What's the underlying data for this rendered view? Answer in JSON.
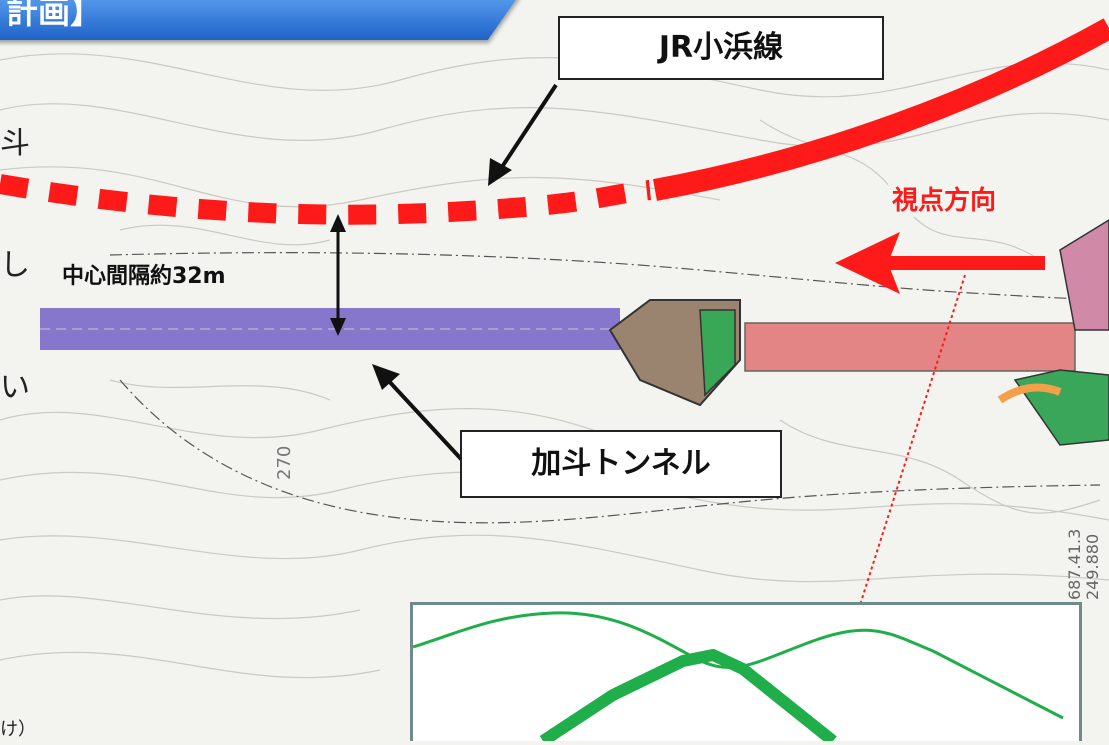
{
  "banner": {
    "title_fragment": "計画】"
  },
  "labels": {
    "jr_line": "JR小浜線",
    "tunnel": "加斗トンネル",
    "view_direction": "視点方向",
    "center_distance": "中心間隔約32m"
  },
  "edge_text": [
    "斗",
    "し",
    "い",
    "け）"
  ],
  "map_annotations": [
    "270",
    "687.41.3",
    "249.880"
  ],
  "colors": {
    "jr_line": "#ff1a1a",
    "tunnel": "#7a68c8",
    "portal": "#9a8470",
    "bridge": "#e27a7a",
    "inset_ridge": "#1fae4a",
    "banner": "#2a6fd8"
  }
}
